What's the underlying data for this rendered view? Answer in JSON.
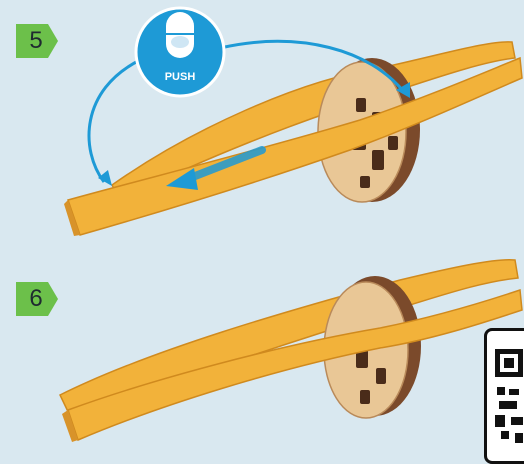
{
  "steps": [
    {
      "number": "5"
    },
    {
      "number": "6"
    }
  ],
  "push_hint": {
    "label": "PUSH",
    "icon": "finger-push-icon"
  },
  "colors": {
    "background": "#d9e8f0",
    "step_badge": "#6cc04a",
    "accent_arrow": "#1e9ad6",
    "rubber_band": "#f2b23a",
    "rubber_band_shade": "#d8932a",
    "wood_light": "#e9c796",
    "wood_dark": "#7b4a2b"
  }
}
